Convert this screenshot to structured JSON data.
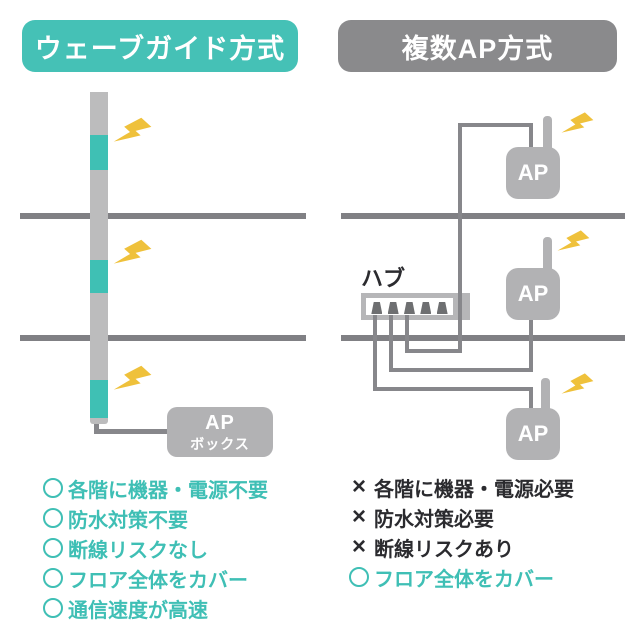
{
  "colors": {
    "teal": "#45C1B6",
    "teal_text": "#3FBFB5",
    "header_gray": "#8A8A8C",
    "pipe_gray": "#BCBCBD",
    "box_gray": "#B2B2B4",
    "floor_gray": "#808084",
    "cable_gray": "#87878B",
    "hub_gray": "#B6B6B8",
    "port_dark": "#6E6F71",
    "bolt_yellow": "#EFC13B",
    "dark_text": "#2B2B2F"
  },
  "left": {
    "title": "ウェーブガイド方式",
    "ap_box": {
      "line1": "AP",
      "line2": "ボックス"
    },
    "items": [
      {
        "mark": "○",
        "text": "各階に機器・電源不要"
      },
      {
        "mark": "○",
        "text": "防水対策不要"
      },
      {
        "mark": "○",
        "text": "断線リスクなし"
      },
      {
        "mark": "○",
        "text": "フロア全体をカバー"
      },
      {
        "mark": "○",
        "text": "通信速度が高速"
      }
    ]
  },
  "right": {
    "title": "複数AP方式",
    "hub_label": "ハブ",
    "ap_label": "AP",
    "items": [
      {
        "mark": "×",
        "text": "各階に機器・電源必要"
      },
      {
        "mark": "×",
        "text": "防水対策必要"
      },
      {
        "mark": "×",
        "text": "断線リスクあり"
      },
      {
        "mark": "○",
        "text": "フロア全体をカバー"
      }
    ]
  }
}
